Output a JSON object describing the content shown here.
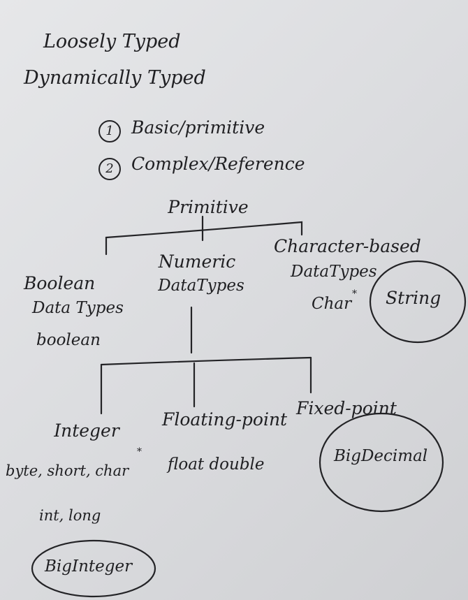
{
  "header": {
    "line1": "Loosely Typed",
    "line2": "Dynamically Typed"
  },
  "categories": [
    {
      "num": "1",
      "label": "Basic/primitive"
    },
    {
      "num": "2",
      "label": "Complex/Reference"
    }
  ],
  "tree": {
    "root": "Primitive",
    "boolean": {
      "title1": "Boolean",
      "title2": "Data Types",
      "example": "boolean"
    },
    "numeric": {
      "title1": "Numeric",
      "title2": "DataTypes"
    },
    "character": {
      "title1": "Character-based",
      "title2": "DataTypes",
      "char": "Char",
      "char_mark": "*",
      "string": "String"
    },
    "integer": {
      "title": "Integer",
      "types1": "byte, short, char",
      "types1_mark": "*",
      "types2": "int, long",
      "big": "BigInteger"
    },
    "floating": {
      "title": "Floating-point",
      "types": "float double"
    },
    "fixed": {
      "title": "Fixed-point",
      "big": "BigDecimal"
    }
  }
}
